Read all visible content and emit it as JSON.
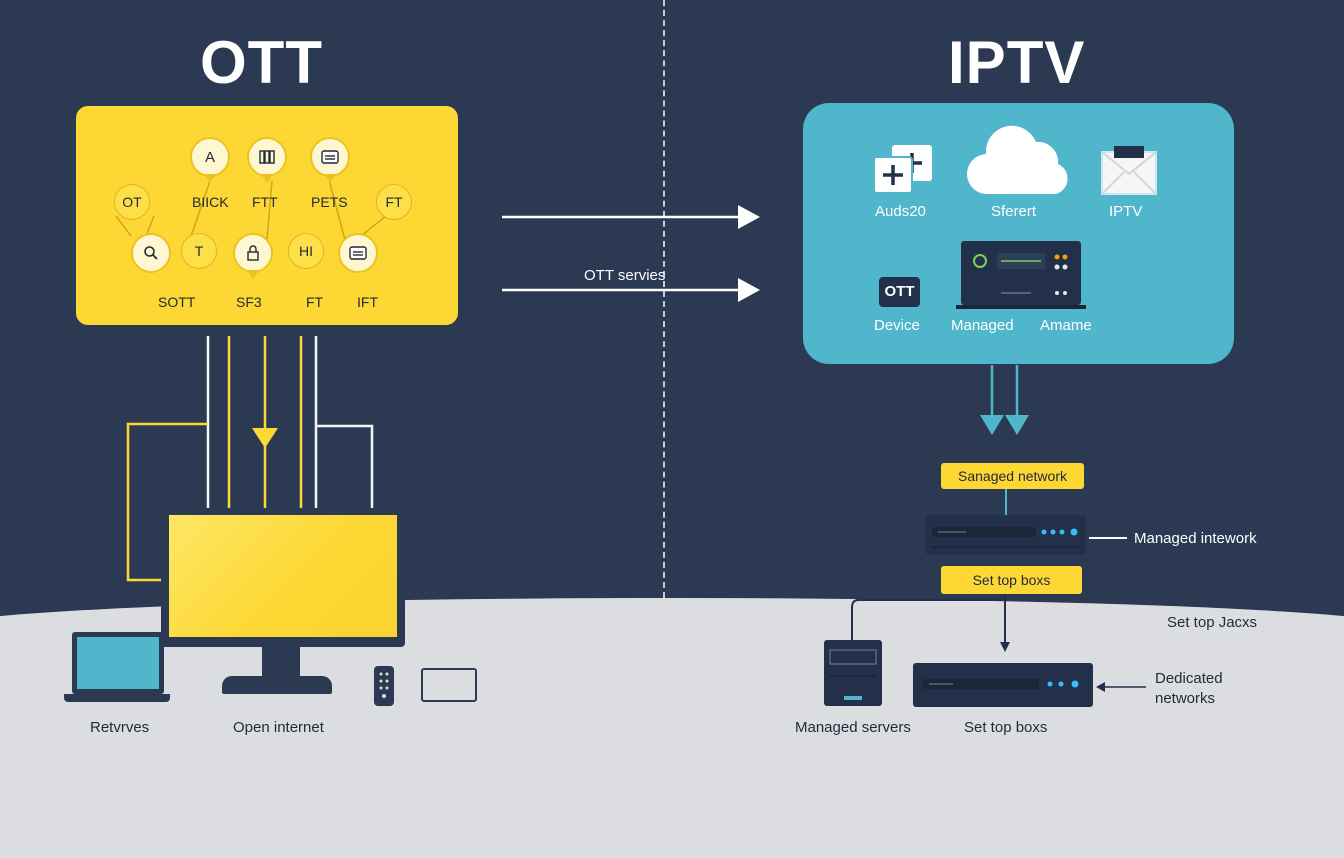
{
  "ott": {
    "title": "OTT",
    "panel_items": [
      {
        "label": "OT",
        "icon": "service-icon-ot"
      },
      {
        "label": "BIICK",
        "icon": "letter-a-icon",
        "badge": "A"
      },
      {
        "label": "FTT",
        "icon": "books-icon"
      },
      {
        "label": "PETS",
        "icon": "card-icon"
      },
      {
        "label": "FT",
        "icon": "service-icon-ft"
      },
      {
        "label": "SOTT",
        "icon": "search-icon"
      },
      {
        "label": "SF3",
        "icon": "lock-icon"
      },
      {
        "label": "FT",
        "icon": "service-icon-hi",
        "badge": "HI"
      },
      {
        "label": "IFT",
        "icon": "card-icon-2"
      }
    ],
    "small_badge": "T",
    "devices": {
      "left_label": "Retvrves",
      "center_label": "Open internet"
    }
  },
  "middle": {
    "arrow_label": "OTT servies"
  },
  "iptv": {
    "title": "IPTV",
    "panel_items": [
      {
        "label": "Auds20",
        "icon": "add-icon"
      },
      {
        "label": "Sferert",
        "icon": "cloud-icon"
      },
      {
        "label": "IPTV",
        "icon": "mail-icon"
      },
      {
        "label": "Device",
        "icon": "ott-badge-icon",
        "badge": "OTT"
      },
      {
        "label": "Managed",
        "icon": "set-top-box-icon"
      },
      {
        "label": "Amame",
        "icon": "none"
      }
    ],
    "network": {
      "managed_network_pill": "Sanaged network",
      "managed_network_side": "Managed intework",
      "set_top_boxs_pill": "Set top boxs",
      "set_top_jacks": "Set top Jacxs",
      "dedicated_networks": [
        "Dedicated",
        "networks"
      ],
      "managed_servers": "Managed servers",
      "set_top_boxs_bottom": "Set top boxs"
    }
  },
  "colors": {
    "background": "#2b3a52",
    "ott_yellow": "#fdd835",
    "iptv_blue": "#4fb6cc",
    "ground": "#dcdde0"
  }
}
